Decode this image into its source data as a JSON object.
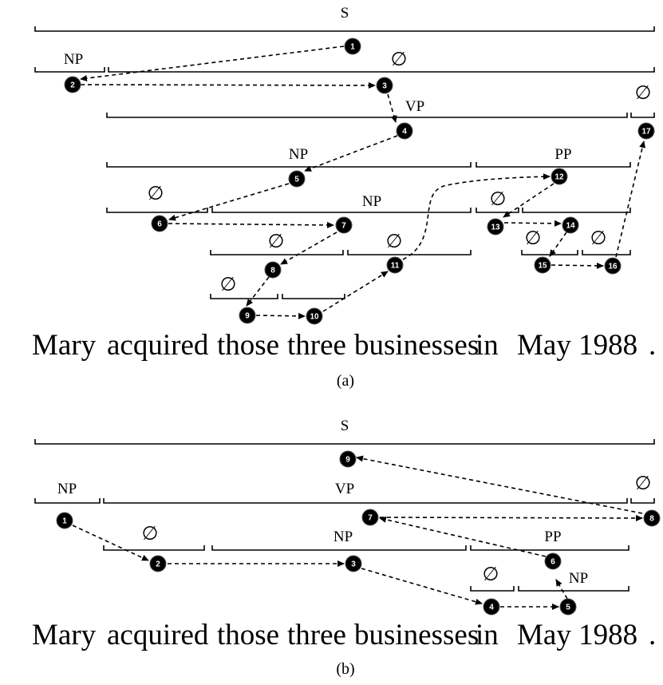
{
  "empty_symbol": "∅",
  "panels": [
    {
      "caption": "(a)",
      "sentence": [
        "Mary",
        "acquired",
        "those",
        "three",
        "businesses",
        "in",
        "May 1988",
        "."
      ],
      "labels": [
        "S",
        "NP",
        "VP",
        "NP",
        "PP",
        "NP"
      ],
      "steps": [
        "1",
        "2",
        "3",
        "4",
        "5",
        "6",
        "7",
        "8",
        "9",
        "10",
        "11",
        "12",
        "13",
        "14",
        "15",
        "16",
        "17"
      ]
    },
    {
      "caption": "(b)",
      "sentence": [
        "Mary",
        "acquired",
        "those",
        "three",
        "businesses",
        "in",
        "May 1988",
        "."
      ],
      "labels": [
        "S",
        "NP",
        "VP",
        "NP",
        "PP",
        "NP"
      ],
      "steps": [
        "1",
        "2",
        "3",
        "4",
        "5",
        "6",
        "7",
        "8",
        "9"
      ]
    }
  ]
}
